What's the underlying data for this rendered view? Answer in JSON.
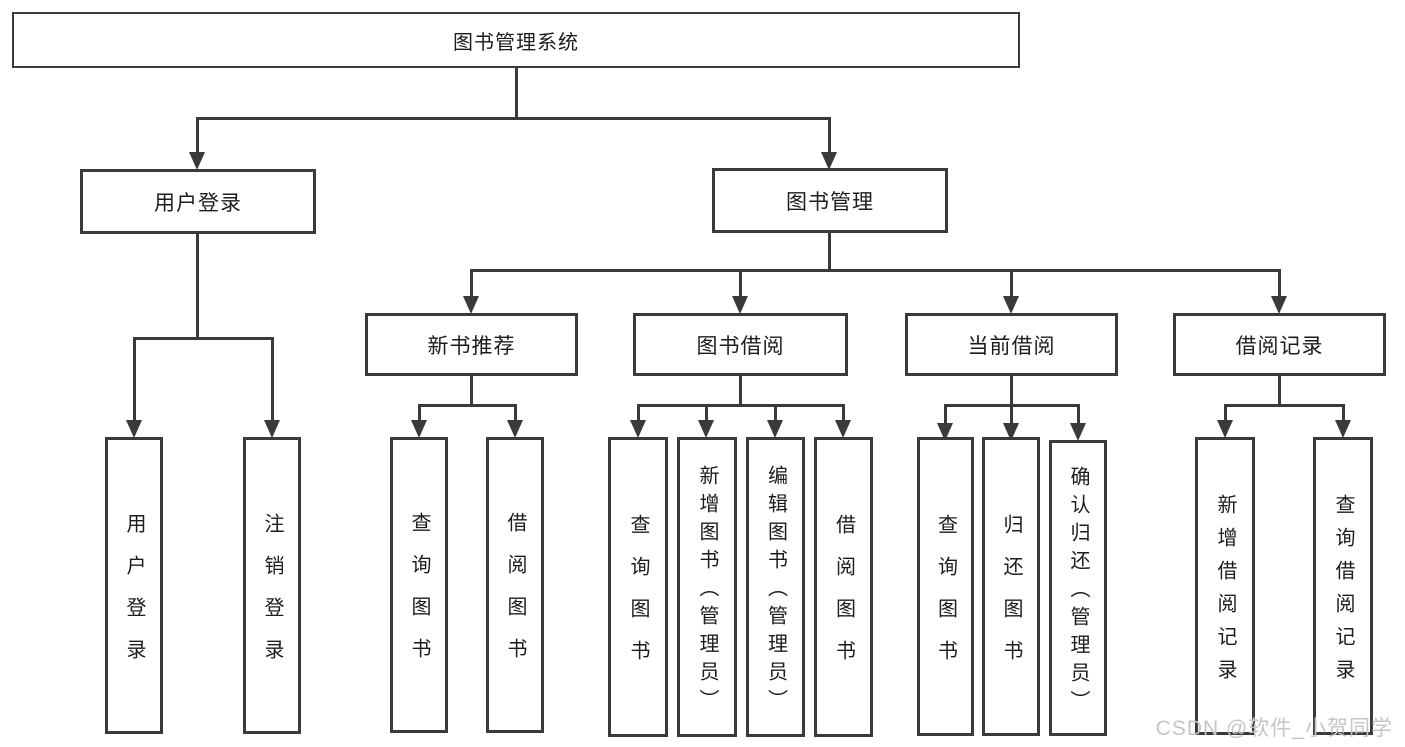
{
  "diagram": {
    "root": {
      "label": "图书管理系统"
    },
    "level2": {
      "user_login": {
        "label": "用户登录"
      },
      "book_mgmt": {
        "label": "图书管理"
      }
    },
    "level3": {
      "new_book": {
        "label": "新书推荐"
      },
      "book_borrow": {
        "label": "图书借阅"
      },
      "current_borrow": {
        "label": "当前借阅"
      },
      "borrow_record": {
        "label": "借阅记录"
      }
    },
    "leaves": {
      "user": {
        "login": "用户登录",
        "logout": "注销登录"
      },
      "newbook": {
        "query": "查询图书",
        "borrow": "借阅图书"
      },
      "borrow": {
        "query": "查询图书",
        "add": "新增图书（管理员）",
        "edit": "编辑图书（管理员）",
        "borrow": "借阅图书"
      },
      "current": {
        "query": "查询图书",
        "return": "归还图书",
        "confirm": "确认归还（管理员）"
      },
      "records": {
        "add": "新增借阅记录",
        "query": "查询借阅记录"
      }
    }
  },
  "watermark": {
    "text": "CSDN @软件_小贺同学"
  },
  "colors": {
    "line": "#3a3a3a",
    "text": "#1c1c1c",
    "watermark": "#c5c5c5",
    "background": "#ffffff"
  }
}
